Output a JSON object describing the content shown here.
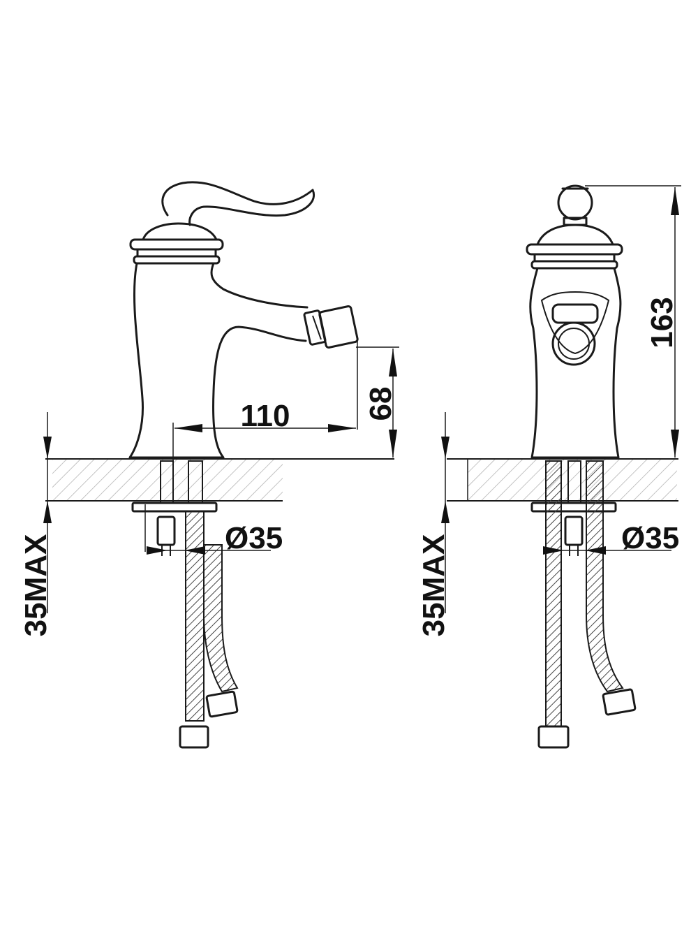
{
  "views": [
    {
      "name": "side-view",
      "dimensions": {
        "spout_reach": "110",
        "spout_height": "68",
        "hole_diameter": "Ø35",
        "deck_thickness": "35MAX"
      }
    },
    {
      "name": "front-view",
      "dimensions": {
        "total_height": "163",
        "hole_diameter": "Ø35",
        "deck_thickness": "35MAX"
      }
    }
  ],
  "colors": {
    "line": "#1a1a1a",
    "hatch": "#b0b0b0",
    "background": "#ffffff"
  }
}
